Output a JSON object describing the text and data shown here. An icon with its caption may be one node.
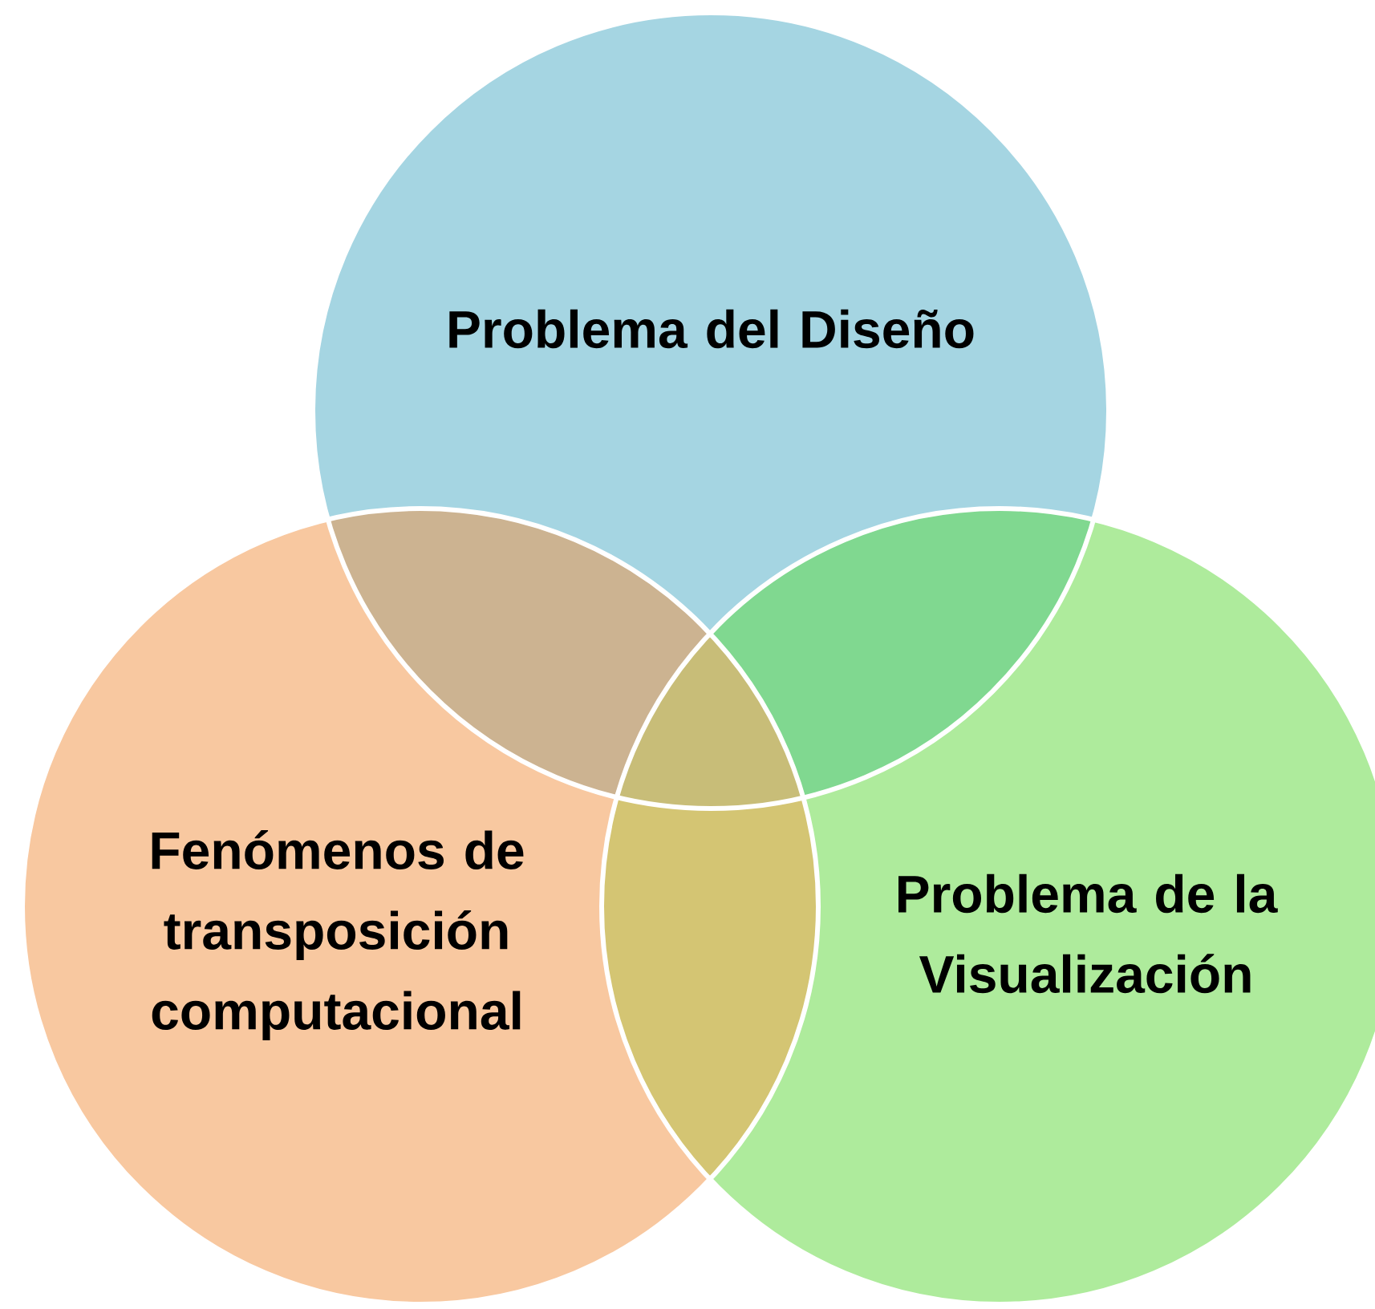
{
  "diagram": {
    "nodes": [
      {
        "text": [
          "Problema del Diseño"
        ]
      },
      {
        "text": [
          "Fenómenos de transposición computacional"
        ]
      },
      {
        "text": [
          "Problema de la Visualización"
        ]
      }
    ]
  }
}
